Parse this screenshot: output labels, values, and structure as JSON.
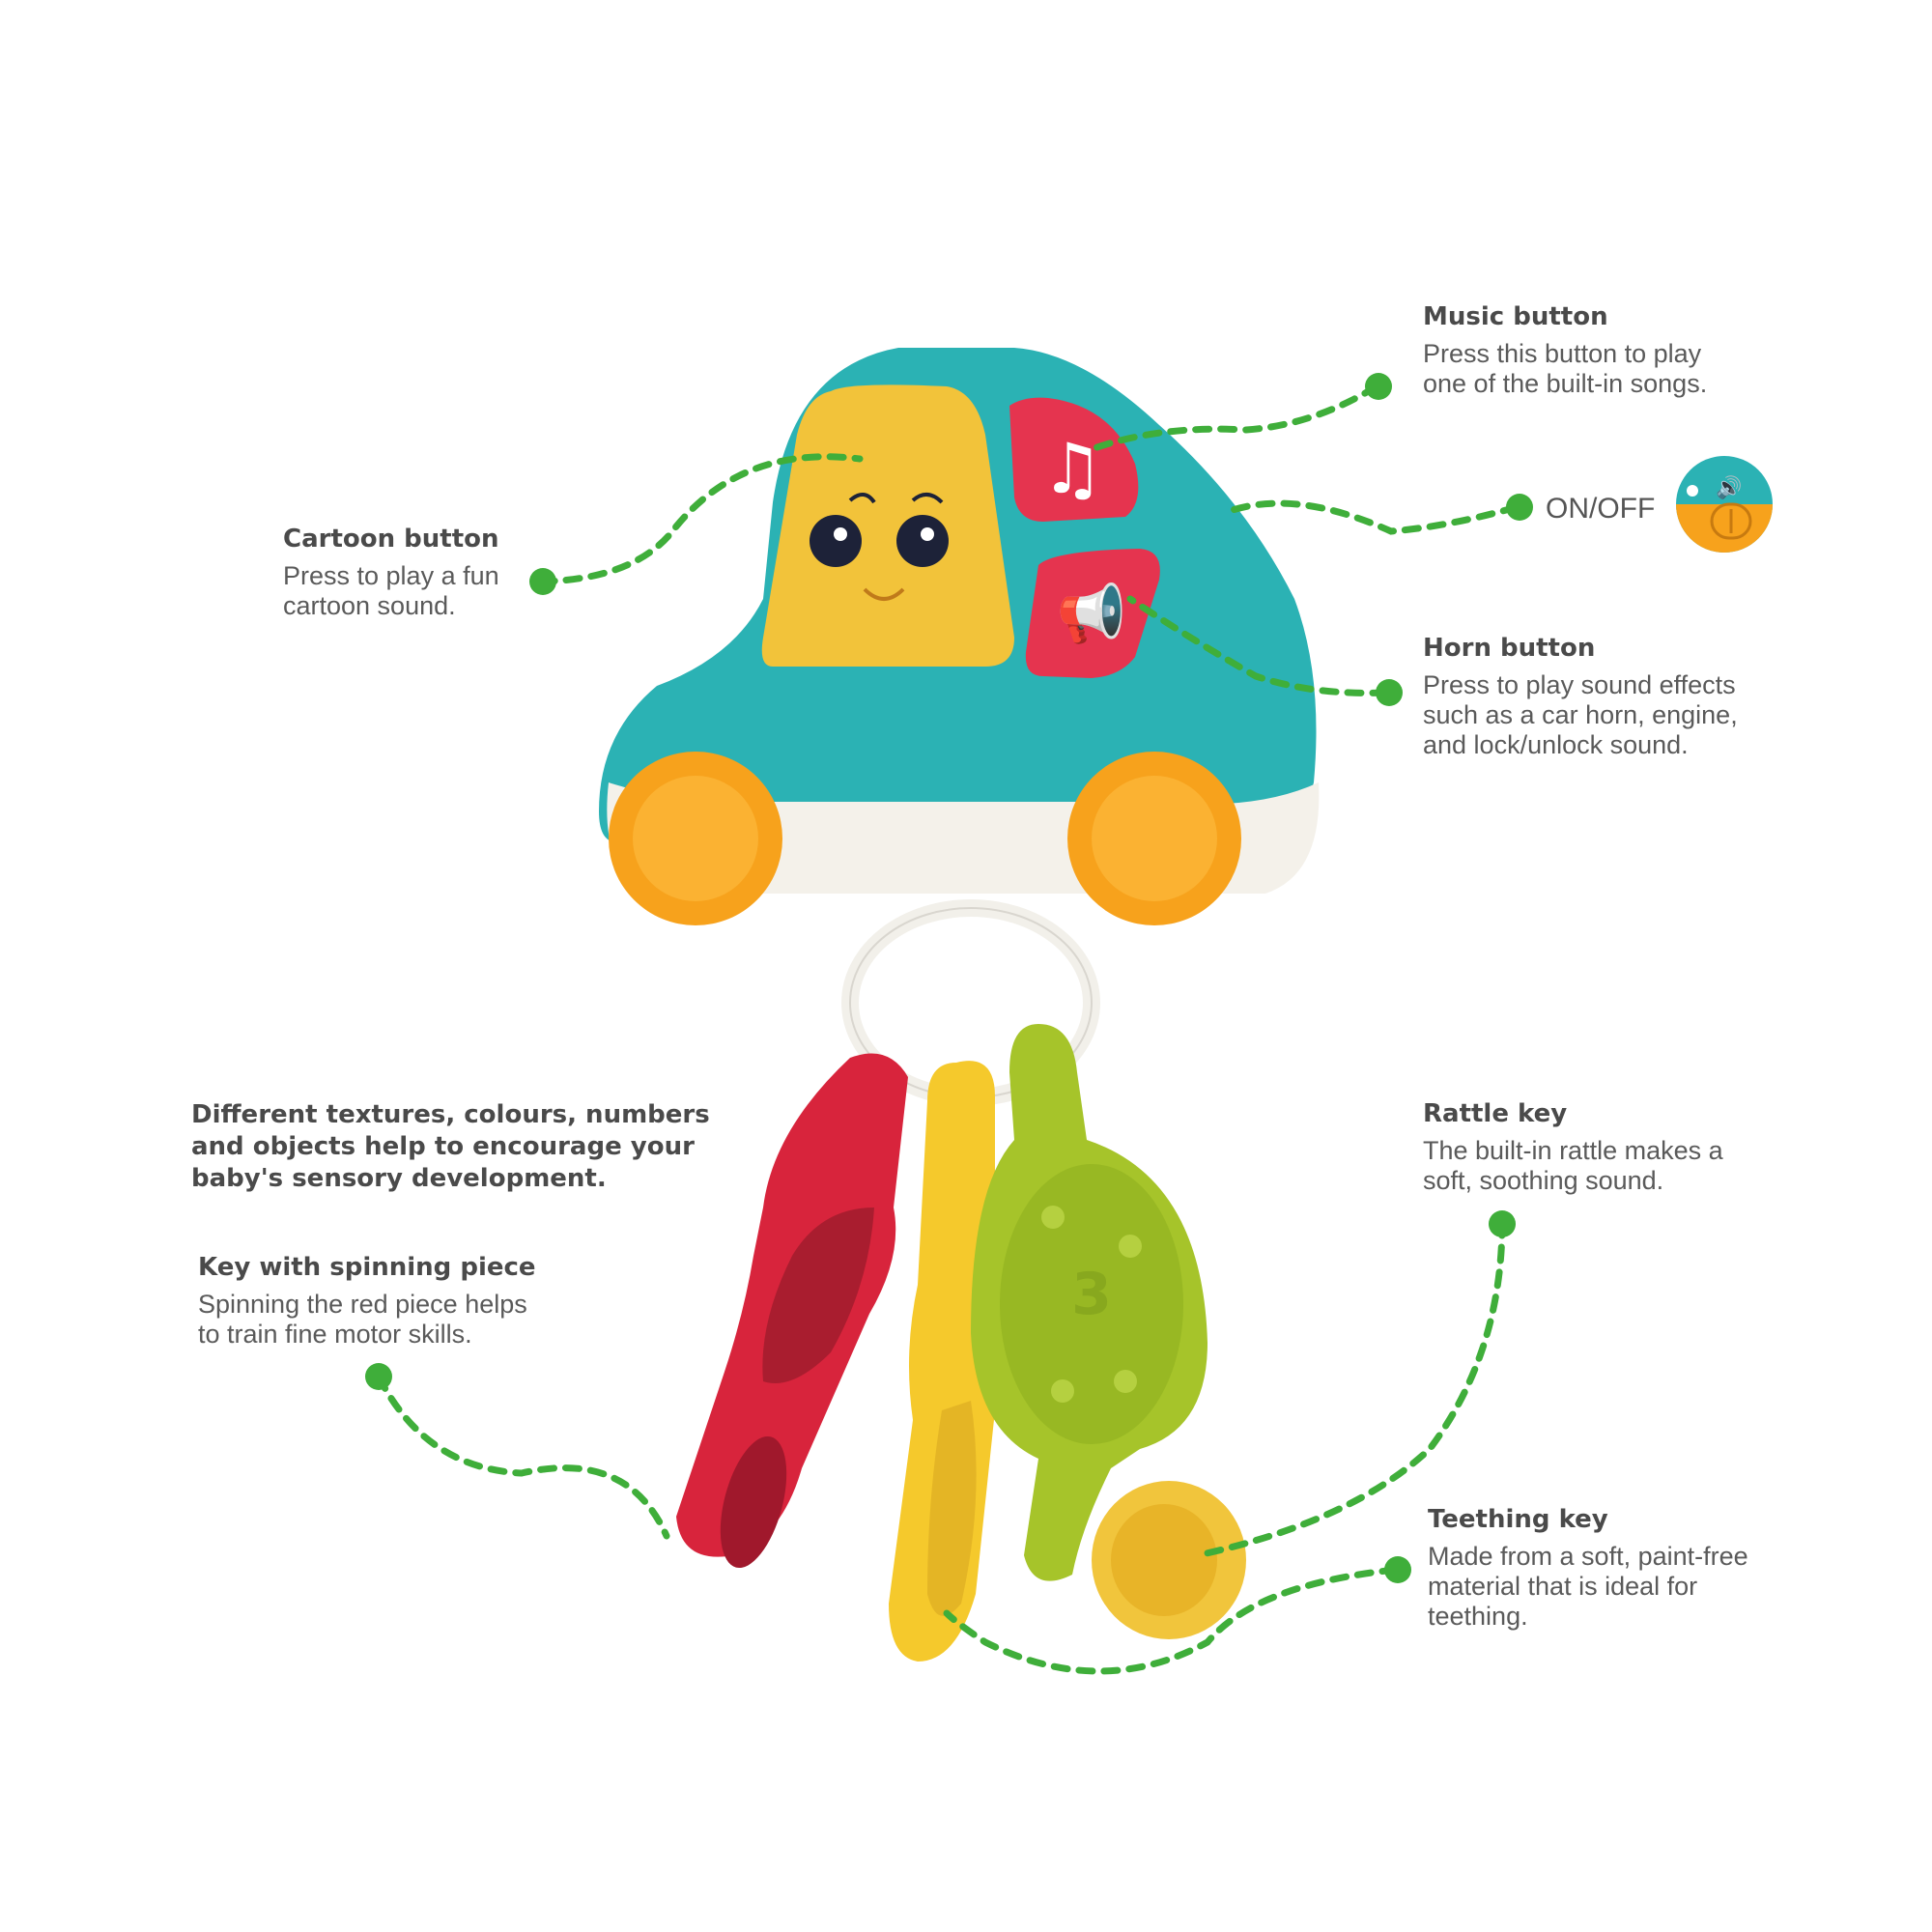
{
  "callouts": {
    "music": {
      "title": "Music button",
      "desc": [
        "Press this button to play",
        "one of the built-in songs."
      ]
    },
    "onoff": {
      "label": "ON/OFF"
    },
    "cartoon": {
      "title": "Cartoon button",
      "desc": [
        "Press to play a fun",
        "cartoon sound."
      ]
    },
    "horn": {
      "title": "Horn button",
      "desc": [
        "Press to play sound effects",
        "such as a car horn, engine,",
        "and lock/unlock sound."
      ]
    },
    "sensory": {
      "lines": [
        "Different textures, colours, numbers",
        "and objects help to encourage your",
        "baby's sensory development."
      ]
    },
    "spinning": {
      "title": "Key with spinning piece",
      "desc": [
        "Spinning the red piece helps",
        "to train fine motor skills."
      ]
    },
    "rattle": {
      "title": "Rattle key",
      "desc": [
        "The built-in rattle makes a",
        "soft, soothing sound."
      ]
    },
    "teething": {
      "title": "Teething key",
      "desc": [
        "Made from a soft, paint-free",
        "material that is ideal for",
        "teething."
      ]
    }
  },
  "colors": {
    "car_body": "#2bb2b4",
    "car_base": "#f4f1ea",
    "wheel": "#f7a21c",
    "cartoon_panel": "#f2c33a",
    "button_red": "#e5344f",
    "key_red": "#d8243c",
    "key_yellow": "#f5c92c",
    "key_green": "#a6c42a",
    "teether": "#f0c232",
    "dashes": "#3fae3a",
    "text": "#555555"
  },
  "icons": [
    "music-note-icon",
    "megaphone-icon",
    "speaker-icon",
    "number-3-icon"
  ]
}
